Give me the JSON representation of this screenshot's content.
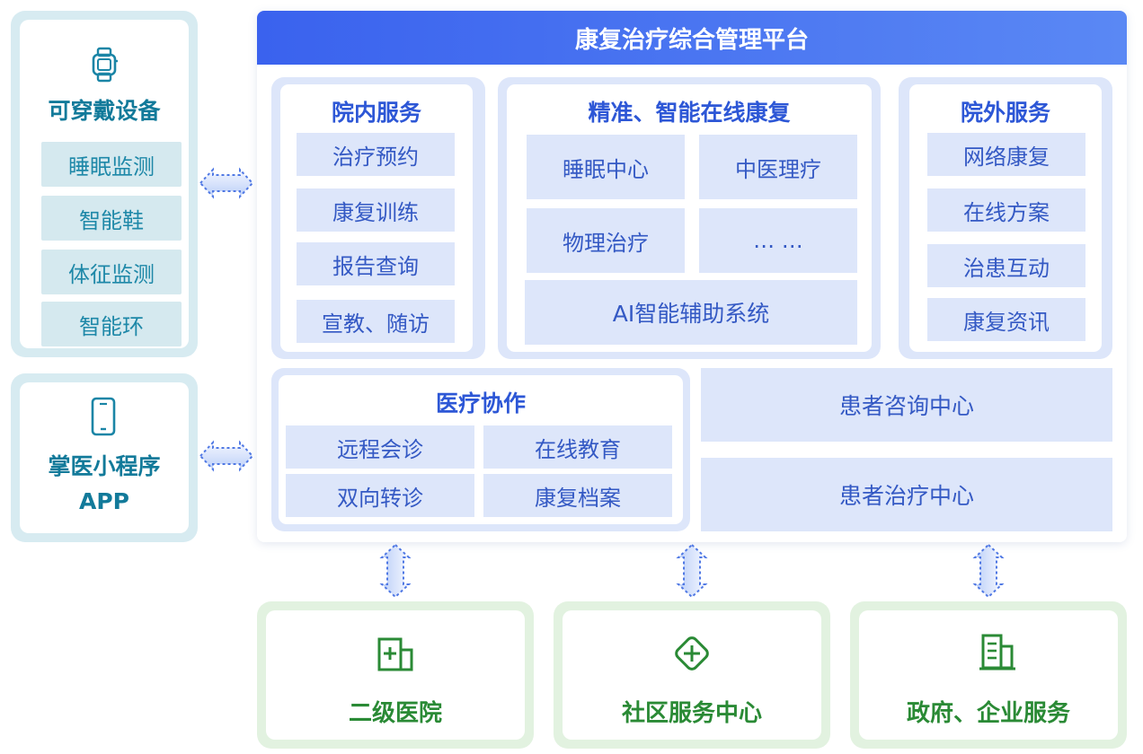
{
  "colors": {
    "device_teal": "#127a9a",
    "platform_blue": "#2d57d6",
    "header_gradient_start": "#3a62ee",
    "header_gradient_end": "#5a88f4",
    "institution_green": "#2a8a35"
  },
  "wearables": {
    "icon": "smartwatch-icon",
    "title": "可穿戴设备",
    "items": [
      "睡眠监测",
      "智能鞋",
      "体征监测",
      "智能环"
    ]
  },
  "app_panel": {
    "icon": "smartphone-icon",
    "title_line1": "掌医小程序",
    "title_line2": "APP"
  },
  "platform": {
    "title": "康复治疗综合管理平台",
    "inpatient": {
      "title": "院内服务",
      "items": [
        "治疗预约",
        "康复训练",
        "报告查询",
        "宣教、随访"
      ]
    },
    "online": {
      "title": "精准、智能在线康复",
      "grid": [
        "睡眠中心",
        "中医理疗",
        "物理治疗",
        "… …"
      ],
      "ai_system": "AI智能辅助系统"
    },
    "outpatient": {
      "title": "院外服务",
      "items": [
        "网络康复",
        "在线方案",
        "治患互动",
        "康复资讯"
      ]
    },
    "collaboration": {
      "title": "医疗协作",
      "items": [
        "远程会诊",
        "在线教育",
        "双向转诊",
        "康复档案"
      ]
    },
    "consult_center": "患者咨询中心",
    "treatment_center": "患者治疗中心"
  },
  "institutions": [
    {
      "icon": "hospital-building-icon",
      "label": "二级医院"
    },
    {
      "icon": "medical-cross-icon",
      "label": "社区服务中心"
    },
    {
      "icon": "office-building-icon",
      "label": "政府、企业服务"
    }
  ]
}
